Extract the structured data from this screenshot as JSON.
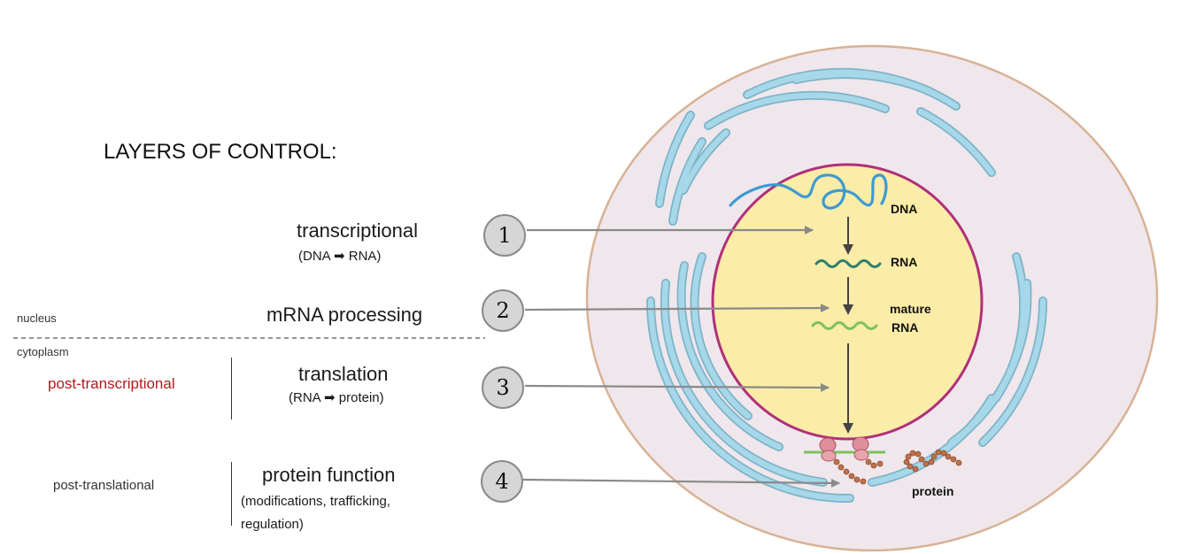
{
  "title": "LAYERS OF CONTROL:",
  "regions": {
    "nucleus": "nucleus",
    "cytoplasm": "cytoplasm"
  },
  "categories": {
    "post_transcriptional": "post-transcriptional",
    "post_translational": "post-translational"
  },
  "levels": [
    {
      "number": "1",
      "name": "transcriptional",
      "detail_pre": "(DNA",
      "detail_post": "RNA)"
    },
    {
      "number": "2",
      "name": "mRNA processing"
    },
    {
      "number": "3",
      "name": "translation",
      "detail_pre": "(RNA",
      "detail_post": "protein)"
    },
    {
      "number": "4",
      "name": "protein function",
      "detail_line1": "(modifications, trafficking,",
      "detail_line2": "regulation)"
    }
  ],
  "arrow_glyph": "➡",
  "cell_labels": {
    "dna": "DNA",
    "rna": "RNA",
    "mature_rna_1": "mature",
    "mature_rna_2": "RNA",
    "protein": "protein"
  },
  "colors": {
    "accent_red": "#b3191f",
    "cell_fill": "#efe7ec",
    "cell_border": "#d8b295",
    "nucleus_fill": "#fbeca7",
    "nucleus_border": "#b0307a",
    "er": "#9fd3e6",
    "dna": "#3d9ad1",
    "rna": "#2f7f6c",
    "mature_rna": "#7cc25e",
    "ribosome": "#e08f9a",
    "protein": "#c0704a"
  }
}
